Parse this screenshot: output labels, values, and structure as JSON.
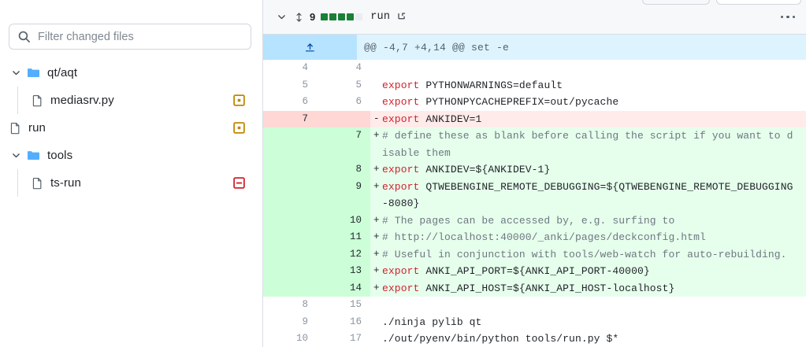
{
  "top_buttons": [
    {
      "name": "toolbar-button-left",
      "label": ""
    },
    {
      "name": "toolbar-button-right",
      "label": ""
    }
  ],
  "sidebar": {
    "filter": {
      "placeholder": "Filter changed files",
      "value": "",
      "icon": "search-icon"
    },
    "tree": [
      {
        "label": "qt/aqt",
        "type": "folder",
        "depth": 0,
        "expanded": true,
        "chevron": "chevron-down-icon",
        "status": null
      },
      {
        "label": "mediasrv.py",
        "type": "file",
        "depth": 1,
        "expanded": null,
        "chevron": null,
        "status": "modified"
      },
      {
        "label": "run",
        "type": "file",
        "depth": 0,
        "expanded": null,
        "chevron": null,
        "status": "modified"
      },
      {
        "label": "tools",
        "type": "folder",
        "depth": 0,
        "expanded": true,
        "chevron": "chevron-down-icon",
        "status": null
      },
      {
        "label": "ts-run",
        "type": "file",
        "depth": 1,
        "expanded": null,
        "chevron": null,
        "status": "deleted"
      }
    ]
  },
  "diff": {
    "header": {
      "collapse_icon": "chevron-down-icon",
      "drag_icon": "move-vertical-icon",
      "changes_count": "9",
      "diffstat_squares": [
        "added",
        "added",
        "added",
        "added",
        "neutral"
      ],
      "filename": "run",
      "copy_icon": "copy-path-icon",
      "menu_icon": "kebab-menu-icon"
    },
    "hunk": {
      "expand_icon": "expand-up-icon",
      "text": "@@ -4,7 +4,14 @@ set -e"
    },
    "rows": [
      {
        "old": "4",
        "new": "4",
        "kind": "ctx",
        "marker": "",
        "segments": []
      },
      {
        "old": "5",
        "new": "5",
        "kind": "ctx",
        "marker": "",
        "segments": [
          {
            "t": "kw",
            "v": "export"
          },
          {
            "t": "pl",
            "v": " PYTHONWARNINGS=default"
          }
        ]
      },
      {
        "old": "6",
        "new": "6",
        "kind": "ctx",
        "marker": "",
        "segments": [
          {
            "t": "kw",
            "v": "export"
          },
          {
            "t": "pl",
            "v": " PYTHONPYCACHEPREFIX=out/pycache"
          }
        ]
      },
      {
        "old": "7",
        "new": "",
        "kind": "del",
        "marker": "-",
        "segments": [
          {
            "t": "kw",
            "v": "export"
          },
          {
            "t": "pl",
            "v": " ANKIDEV=1"
          }
        ]
      },
      {
        "old": "",
        "new": "7",
        "kind": "add",
        "marker": "+",
        "segments": [
          {
            "t": "cm",
            "v": "# define these as blank before calling the script if you want to disable them"
          }
        ]
      },
      {
        "old": "",
        "new": "8",
        "kind": "add",
        "marker": "+",
        "segments": [
          {
            "t": "kw",
            "v": "export"
          },
          {
            "t": "pl",
            "v": " ANKIDEV=${ANKIDEV-1}"
          }
        ]
      },
      {
        "old": "",
        "new": "9",
        "kind": "add",
        "marker": "+",
        "segments": [
          {
            "t": "kw",
            "v": "export"
          },
          {
            "t": "pl",
            "v": " QTWEBENGINE_REMOTE_DEBUGGING=${QTWEBENGINE_REMOTE_DEBUGGING-8080}"
          }
        ]
      },
      {
        "old": "",
        "new": "10",
        "kind": "add",
        "marker": "+",
        "segments": [
          {
            "t": "cm",
            "v": "# The pages can be accessed by, e.g. surfing to"
          }
        ]
      },
      {
        "old": "",
        "new": "11",
        "kind": "add",
        "marker": "+",
        "segments": [
          {
            "t": "cm",
            "v": "# http://localhost:40000/_anki/pages/deckconfig.html"
          }
        ]
      },
      {
        "old": "",
        "new": "12",
        "kind": "add",
        "marker": "+",
        "segments": [
          {
            "t": "cm",
            "v": "# Useful in conjunction with tools/web-watch for auto-rebuilding."
          }
        ]
      },
      {
        "old": "",
        "new": "13",
        "kind": "add",
        "marker": "+",
        "segments": [
          {
            "t": "kw",
            "v": "export"
          },
          {
            "t": "pl",
            "v": " ANKI_API_PORT=${ANKI_API_PORT-40000}"
          }
        ]
      },
      {
        "old": "",
        "new": "14",
        "kind": "add",
        "marker": "+",
        "segments": [
          {
            "t": "kw",
            "v": "export"
          },
          {
            "t": "pl",
            "v": " ANKI_API_HOST=${ANKI_API_HOST-localhost}"
          }
        ]
      },
      {
        "old": "8",
        "new": "15",
        "kind": "ctx",
        "marker": "",
        "segments": []
      },
      {
        "old": "9",
        "new": "16",
        "kind": "ctx",
        "marker": "",
        "segments": [
          {
            "t": "pl",
            "v": "./ninja pylib qt"
          }
        ]
      },
      {
        "old": "10",
        "new": "17",
        "kind": "ctx",
        "marker": "",
        "segments": [
          {
            "t": "pl",
            "v": "./out/pyenv/bin/python tools/run.py $*"
          }
        ]
      }
    ]
  },
  "colors": {
    "add_bg": "#e6ffec",
    "add_gutter": "#ccffd8",
    "del_bg": "#ffebe9",
    "del_gutter": "#ffd7d5",
    "hunk_bg": "#ddf4ff",
    "hunk_gutter": "#b6e3ff",
    "keyword": "#cf222e",
    "comment": "#6e7781",
    "folder_blue": "#54aeff",
    "modified_orange": "#bf8700",
    "deleted_red": "#cf222e",
    "diffstat_green": "#1a7f37",
    "diffstat_neutral": "#eaeef2"
  }
}
